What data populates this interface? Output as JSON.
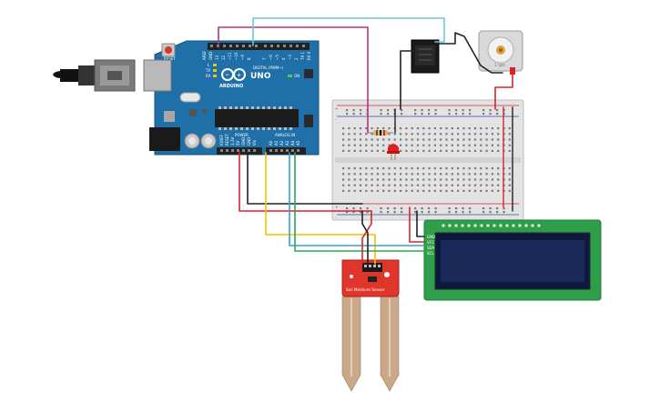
{
  "arduino": {
    "brand": "ARDUINO",
    "model": "UNO",
    "digital_label": "DIGITAL (PWM~)",
    "power_label": "POWER",
    "analog_label": "ANALOG IN",
    "digital_pins": [
      "AREF",
      "GND",
      "13",
      "12",
      "~11",
      "~10",
      "~9",
      "8",
      "7",
      "~6",
      "~5",
      "4",
      "~3",
      "2",
      "TX 1",
      "RX 0"
    ],
    "power_pins": [
      "IOREF",
      "RESET",
      "3.3V",
      "5V",
      "GND",
      "GND",
      "Vin"
    ],
    "analog_pins": [
      "A0",
      "A1",
      "A2",
      "A3",
      "A4",
      "A5"
    ],
    "tx_label": "TX",
    "rx_label": "RX",
    "l_label": "L",
    "on_label": "ON",
    "reset_label": "RESET"
  },
  "breadboard": {
    "plus_label": "+",
    "minus_label": "-"
  },
  "lcd": {
    "pins": [
      "GND",
      "VCC",
      "SDA",
      "SCL"
    ]
  },
  "sensor": {
    "title": "Soil Moisture Sensor"
  },
  "motor": {
    "label": "1 rpm"
  },
  "colors": {
    "arduino_blue": "#1f6fa8",
    "breadboard": "#dcdcdc",
    "wire_red": "#d8232a",
    "wire_black": "#222222",
    "wire_yellow": "#f2c200",
    "wire_green": "#2fa84f",
    "wire_blue": "#3aa0c8",
    "wire_magenta": "#b8347a",
    "wire_cyan": "#6cc6dc",
    "lcd_green": "#2e9e4a",
    "lcd_screen": "#1b2a5a",
    "sensor_red": "#e0352b",
    "led_red": "#e02020"
  }
}
